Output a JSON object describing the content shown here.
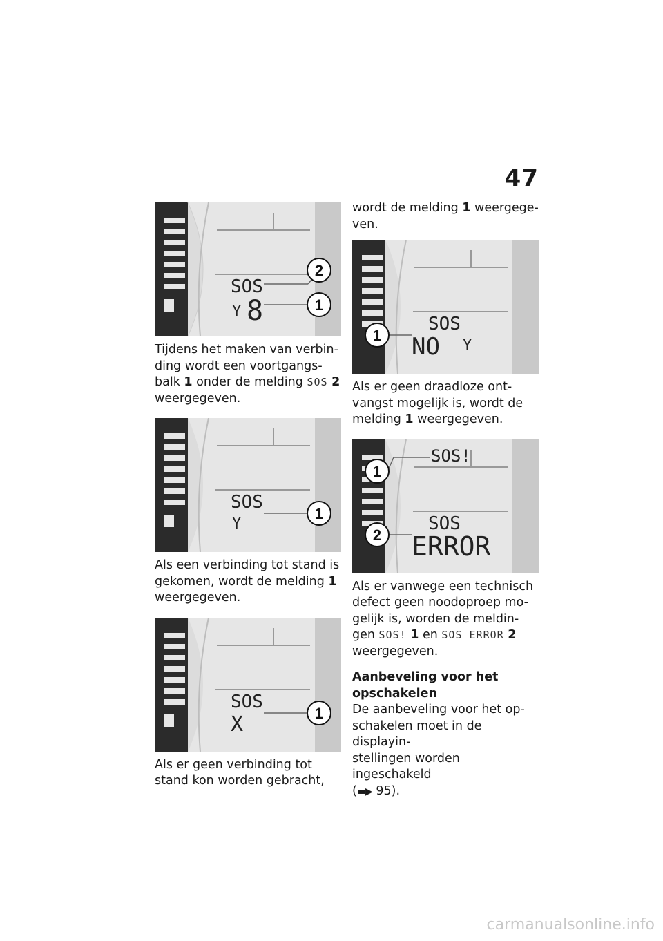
{
  "page": {
    "number": "47"
  },
  "figures": [
    {
      "lcd_small": "SOS",
      "lcd_large": "8",
      "callouts": [
        "2",
        "1"
      ]
    },
    {
      "lcd_small": "SOS",
      "callouts": [
        "1"
      ]
    },
    {
      "lcd_small": "SOS",
      "lcd_large": "X",
      "callouts": [
        "1"
      ]
    },
    {
      "lcd_small": "SOS",
      "lcd_large": "NO",
      "callouts": [
        "1"
      ]
    },
    {
      "lcd_top": "SOS!",
      "lcd_small": "SOS",
      "lcd_large": "ERROR",
      "callouts": [
        "1",
        "2"
      ]
    }
  ],
  "text": {
    "p1_a": "Tijdens het maken van verbin-",
    "p1_b": "ding wordt een voortgangs-",
    "p1_c": "balk ",
    "p1_num1": "1",
    "p1_d": " onder de melding ",
    "p1_code": "SOS",
    "p1_num2": "2",
    "p1_e": "weergegeven.",
    "p2_a": "Als een verbinding tot stand is",
    "p2_b": "gekomen, wordt de melding ",
    "p2_num": "1",
    "p2_c": "weergegeven.",
    "p3_a": "Als er geen verbinding tot",
    "p3_b": "stand kon worden gebracht,",
    "p4_a": "wordt de melding ",
    "p4_num": "1",
    "p4_b": " weergege-",
    "p4_c": "ven.",
    "p5_a": "Als er geen draadloze ont-",
    "p5_b": "vangst mogelijk is, wordt de",
    "p5_c": "melding ",
    "p5_num": "1",
    "p5_d": " weergegeven.",
    "p6_a": "Als er vanwege een technisch",
    "p6_b": "defect geen noodoproep mo-",
    "p6_c": "gelijk is, worden de meldin-",
    "p6_d": "gen ",
    "p6_code1": "SOS!",
    "p6_num1": "1",
    "p6_e": " en ",
    "p6_code2": "SOS ERROR",
    "p6_num2": "2",
    "p6_f": "weergegeven.",
    "heading_a": "Aanbeveling voor het",
    "heading_b": "opschakelen",
    "p7_a": "De aanbeveling voor het op-",
    "p7_b": "schakelen moet in de displayin-",
    "p7_c": "stellingen worden ingeschakeld",
    "p7_open": "(",
    "p7_arrow": "▬▶",
    "p7_ref": " 95).",
    "p7_close": ""
  },
  "footer": {
    "watermark": "carmanualsonline.info"
  }
}
